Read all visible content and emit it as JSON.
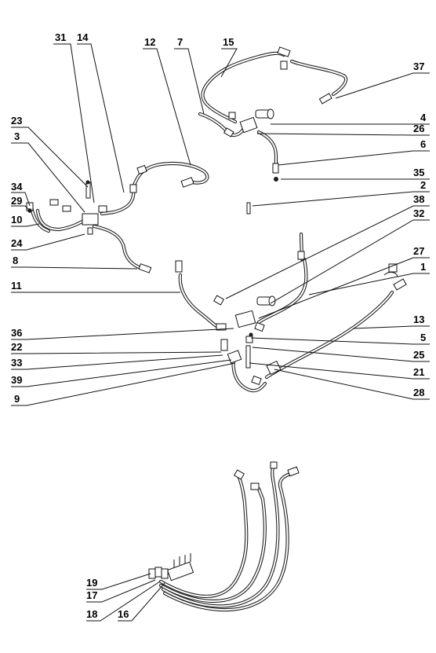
{
  "callouts": [
    {
      "id": "c31",
      "text": "31"
    },
    {
      "id": "c14",
      "text": "14"
    },
    {
      "id": "c12",
      "text": "12"
    },
    {
      "id": "c7",
      "text": "7"
    },
    {
      "id": "c15",
      "text": "15"
    },
    {
      "id": "c37",
      "text": "37"
    },
    {
      "id": "c23",
      "text": "23"
    },
    {
      "id": "c3",
      "text": "3"
    },
    {
      "id": "c4",
      "text": "4"
    },
    {
      "id": "c26",
      "text": "26"
    },
    {
      "id": "c6",
      "text": "6"
    },
    {
      "id": "c35",
      "text": "35"
    },
    {
      "id": "c34",
      "text": "34"
    },
    {
      "id": "c29",
      "text": "29"
    },
    {
      "id": "c10",
      "text": "10"
    },
    {
      "id": "c2",
      "text": "2"
    },
    {
      "id": "c38",
      "text": "38"
    },
    {
      "id": "c32",
      "text": "32"
    },
    {
      "id": "c27",
      "text": "27"
    },
    {
      "id": "c24",
      "text": "24"
    },
    {
      "id": "c1",
      "text": "1"
    },
    {
      "id": "c8",
      "text": "8"
    },
    {
      "id": "c11",
      "text": "11"
    },
    {
      "id": "c13",
      "text": "13"
    },
    {
      "id": "c36",
      "text": "36"
    },
    {
      "id": "c5",
      "text": "5"
    },
    {
      "id": "c22",
      "text": "22"
    },
    {
      "id": "c25",
      "text": "25"
    },
    {
      "id": "c33",
      "text": "33"
    },
    {
      "id": "c21",
      "text": "21"
    },
    {
      "id": "c39",
      "text": "39"
    },
    {
      "id": "c28",
      "text": "28"
    },
    {
      "id": "c9",
      "text": "9"
    },
    {
      "id": "c19",
      "text": "19"
    },
    {
      "id": "c17",
      "text": "17"
    },
    {
      "id": "c18",
      "text": "18"
    },
    {
      "id": "c16",
      "text": "16"
    }
  ]
}
